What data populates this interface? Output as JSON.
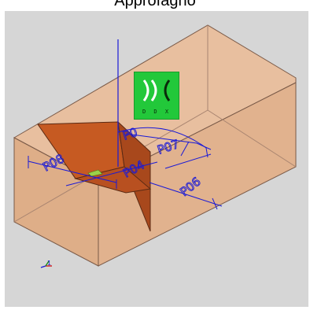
{
  "window": {
    "caption": "Approfagno"
  },
  "logo": {
    "letters": "D D X",
    "color": "#22c83a"
  },
  "dimensions": {
    "p0_7": "P07",
    "p0_8": "P08",
    "p0_4": "P04",
    "p0_6": "P06",
    "p0": "P0"
  },
  "axis_indicator": {
    "label": "1"
  },
  "colors": {
    "viewport": "#d6d6d6",
    "box_face": "#e8b995",
    "box_edge": "#7a5a48",
    "cut_face": "#c8561e",
    "dim_line": "#1a1ad6",
    "axis_green": "#1a8a1a",
    "axis_red": "#d41a1a"
  }
}
